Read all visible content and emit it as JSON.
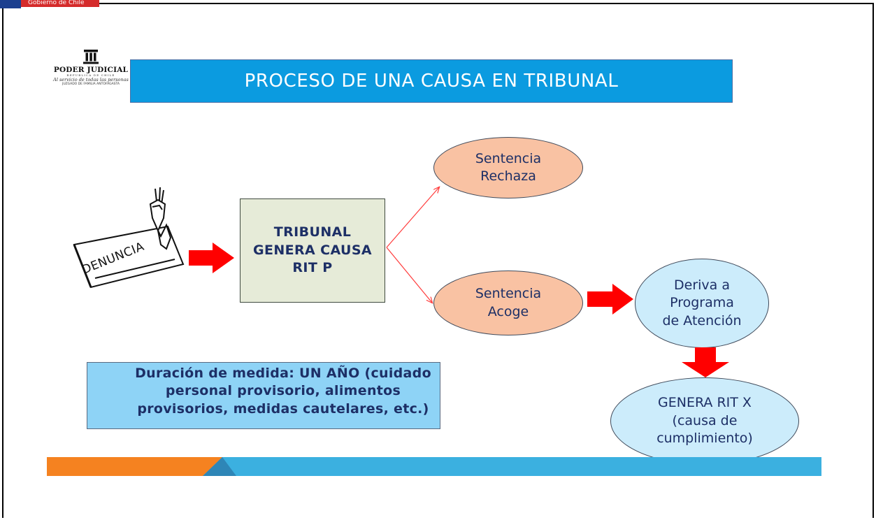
{
  "header": {
    "gov_tab_text": "Gobierno de Chile",
    "logo": {
      "line1": "PODER JUDICIAL",
      "line2": "REPUBLICA DE CHILE",
      "line3": "Al servicio de todas las personas",
      "line4": "JUZGADO DE FAMILIA ANTOFAGASTA"
    },
    "title": "PROCESO DE UNA CAUSA EN TRIBUNAL"
  },
  "diagram": {
    "denuncia_label": "DENUNCIA",
    "tribunal": [
      "TRIBUNAL",
      "GENERA CAUSA",
      "RIT P"
    ],
    "sentencia_rechaza": [
      "Sentencia",
      "Rechaza"
    ],
    "sentencia_acoge": [
      "Sentencia",
      "Acoge"
    ],
    "deriva": [
      "Deriva a",
      "Programa",
      "de Atención"
    ],
    "genera_rit_x": [
      "GENERA RIT X",
      "(causa de",
      "cumplimiento)"
    ],
    "duracion": [
      "Duración de medida: UN AÑO (cuidado",
      "personal provisorio, alimentos",
      "provisorios, medidas cautelares, etc.)"
    ]
  },
  "colors": {
    "title_bar": "#0b9be0",
    "tribunal_fill": "#e6ebd8",
    "orange_node": "#f9c2a3",
    "blue_node": "#ccecfb",
    "duracion_fill": "#8ed3f6",
    "big_arrow": "#ff0000",
    "thin_arrow": "#ff3b3b",
    "footer_orange": "#f58220",
    "footer_blue": "#3bb0e0"
  }
}
